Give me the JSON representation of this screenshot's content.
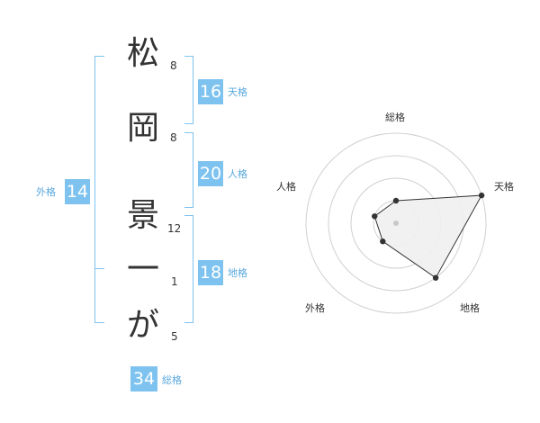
{
  "name_chars": [
    {
      "char": "松",
      "strokes": "8"
    },
    {
      "char": "岡",
      "strokes": "8"
    },
    {
      "char": "景",
      "strokes": "12"
    },
    {
      "char": "一",
      "strokes": "1"
    },
    {
      "char": "が",
      "strokes": "5"
    }
  ],
  "fortunes": {
    "tenkaku": {
      "value": "16",
      "label": "天格"
    },
    "jinkaku": {
      "value": "20",
      "label": "人格"
    },
    "chikaku": {
      "value": "18",
      "label": "地格"
    },
    "gaikaku": {
      "value": "14",
      "label": "外格"
    },
    "soukaku": {
      "value": "34",
      "label": "総格"
    }
  },
  "radar": {
    "axes": [
      "総格",
      "天格",
      "地格",
      "外格",
      "人格"
    ],
    "levels": 4,
    "values": [
      1,
      4,
      3,
      1,
      1
    ],
    "max": 4,
    "fill_color": "#f0f0f0",
    "line_color": "#333333"
  },
  "colors": {
    "accent": "#7ec3ef",
    "accent_text": "#59a8de"
  }
}
